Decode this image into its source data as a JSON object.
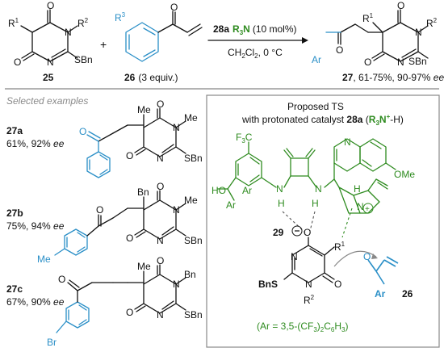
{
  "colors": {
    "blue": "#2a8fc7",
    "green": "#2e8b1f",
    "gray_text": "#8a8a8a",
    "box_border": "#888888"
  },
  "scheme": {
    "compound_25": "25",
    "compound_26": "26",
    "compound_26_equiv": "(3 equiv.)",
    "compound_27": "27",
    "compound_27_yield": ", 61-75%, 90-97% ",
    "ee": "ee",
    "catalyst_number": "28a",
    "catalyst_r3n": "R",
    "catalyst_r3n_sub": "3",
    "catalyst_r3n_n": "N",
    "catalyst_loading": "(10 mol%)",
    "solvent_text": "CH",
    "solvent_sub1": "2",
    "solvent_cl": "Cl",
    "solvent_sub2": "2",
    "temperature": ", 0 °C",
    "plus": "+",
    "labels": {
      "R1": "R",
      "R1_sup": "1",
      "R2": "R",
      "R2_sup": "2",
      "R3": "R",
      "R3_sup": "3",
      "N": "N",
      "O": "O",
      "SBn": "SBn",
      "Ar": "Ar"
    }
  },
  "examples": {
    "heading": "Selected examples",
    "items": [
      {
        "id": "27a",
        "yield": "61%, 92% ",
        "ee": "ee",
        "substituent": "Me",
        "n_substituent": "Me",
        "aryl_sub": ""
      },
      {
        "id": "27b",
        "yield": "75%, 94% ",
        "ee": "ee",
        "substituent": "Bn",
        "n_substituent": "Me",
        "aryl_sub": "Me"
      },
      {
        "id": "27c",
        "yield": "67%, 90% ",
        "ee": "ee",
        "substituent": "Me",
        "n_substituent": "Bn",
        "aryl_sub": "Br"
      }
    ]
  },
  "ts": {
    "title_line1": "Proposed TS",
    "title_line2_prefix": "with protonated catalyst ",
    "title_catalyst": "28a",
    "title_open": " (",
    "title_R": "R",
    "title_sub3": "3",
    "title_N": "N",
    "title_plus": "+",
    "title_suffix": "-H)",
    "cf3": "F",
    "cf3_c": "C",
    "cf3_sub": "3",
    "ho": "HO",
    "ar1": "Ar",
    "ar2": "Ar",
    "nh": "N",
    "h": "H",
    "ome": "OMe",
    "compound_29": "29",
    "compound_26": "26",
    "bns": "BnS",
    "ar_definition_prefix": "(Ar = 3,5-(CF",
    "ar_definition_sub1": "3",
    "ar_definition_mid": ")",
    "ar_definition_sub2": "2",
    "ar_definition_c6h3": "C",
    "ar_definition_sub3": "6",
    "ar_definition_h": "H",
    "ar_definition_sub4": "3",
    "ar_definition_end": ")"
  }
}
